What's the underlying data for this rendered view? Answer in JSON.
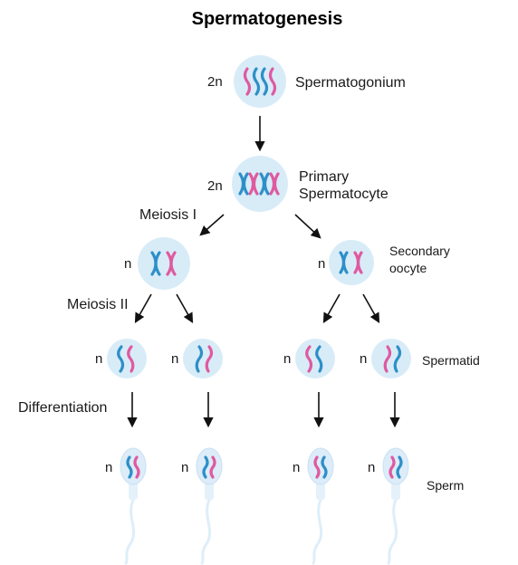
{
  "title": "Spermatogenesis",
  "stages": {
    "spermatogonium": {
      "ploidy": "2n",
      "label": "Spermatogonium"
    },
    "primary": {
      "ploidy": "2n",
      "label_line1": "Primary",
      "label_line2": "Spermatocyte"
    },
    "secondary_left": {
      "ploidy": "n"
    },
    "secondary_right": {
      "ploidy": "n",
      "label_line1": "Secondary",
      "label_line2": "oocyte"
    },
    "spermatid": {
      "ploidy": [
        "n",
        "n",
        "n",
        "n"
      ],
      "label": "Spermatid"
    },
    "sperm": {
      "ploidy": [
        "n",
        "n",
        "n",
        "n"
      ],
      "label": "Sperm"
    }
  },
  "process_labels": {
    "meiosis1": "Meiosis I",
    "meiosis2": "Meiosis II",
    "differentiation": "Differentiation"
  },
  "colors": {
    "cell": "#d8ecf8",
    "chromosome_blue": "#2e8fc8",
    "chromosome_pink": "#df5aa0",
    "arrow": "#111111"
  }
}
